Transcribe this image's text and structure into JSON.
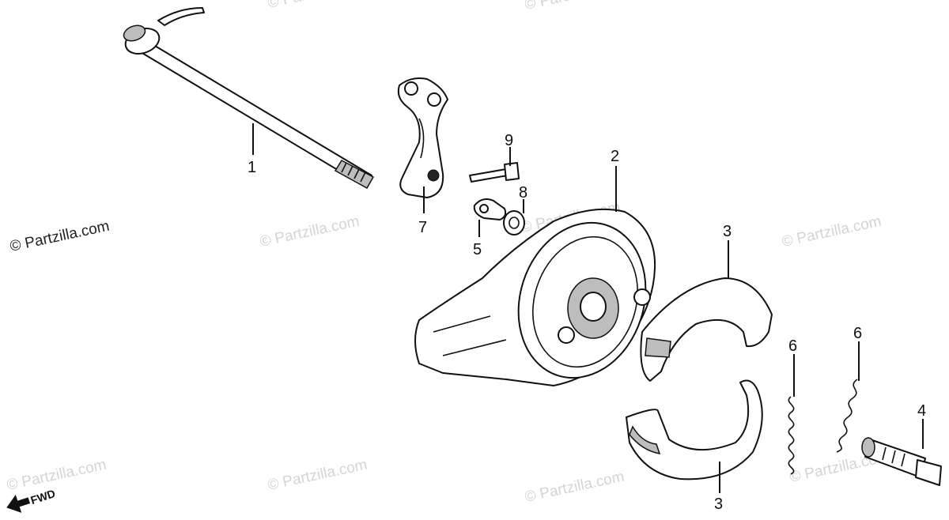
{
  "watermark": {
    "main": "© Partzilla.com",
    "faint": [
      "© Partzilla.com",
      "© Partzilla.com",
      "© Partzilla.com",
      "© Partzilla.com",
      "© Partzilla.com",
      "© Partzilla.com",
      "© Partzilla.com",
      "© Partzilla.com",
      "© Partzilla.com"
    ]
  },
  "fwd_label": "FWD",
  "callouts": [
    {
      "id": "callout-1",
      "label": "1"
    },
    {
      "id": "callout-2",
      "label": "2"
    },
    {
      "id": "callout-3-upper",
      "label": "3"
    },
    {
      "id": "callout-3-lower",
      "label": "3"
    },
    {
      "id": "callout-4",
      "label": "4"
    },
    {
      "id": "callout-5",
      "label": "5"
    },
    {
      "id": "callout-6-left",
      "label": "6"
    },
    {
      "id": "callout-6-right",
      "label": "6"
    },
    {
      "id": "callout-7",
      "label": "7"
    },
    {
      "id": "callout-8",
      "label": "8"
    },
    {
      "id": "callout-9",
      "label": "9"
    }
  ]
}
